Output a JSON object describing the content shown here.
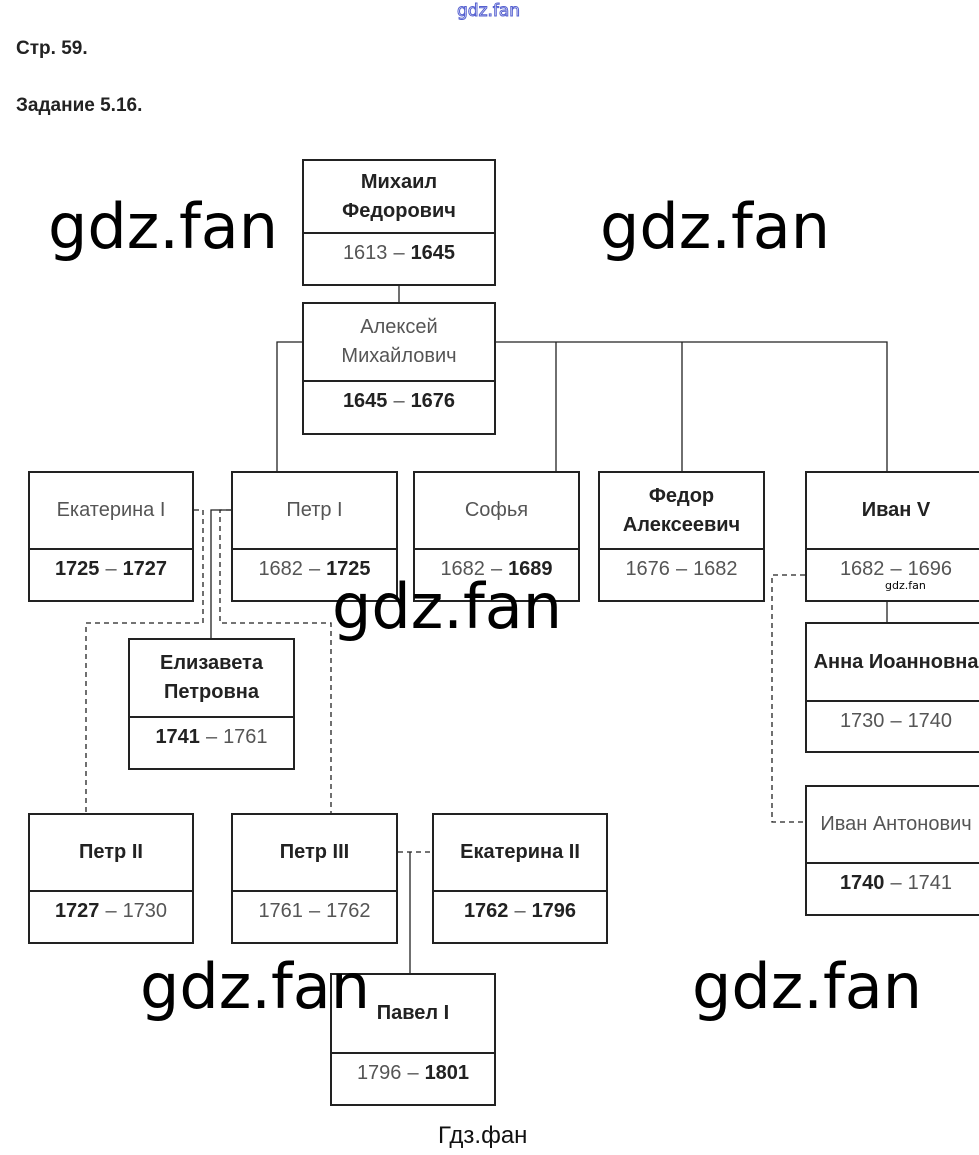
{
  "header": {
    "page": "Стр. 59.",
    "task": "Задание 5.16."
  },
  "persons": [
    {
      "id": "mikhail",
      "name": "Михаил Федорович",
      "name_bold": true,
      "start": "1613",
      "start_bold": false,
      "end": "1645",
      "end_bold": true
    },
    {
      "id": "aleksei",
      "name": "Алексей Михайлович",
      "name_bold": false,
      "start": "1645",
      "start_bold": true,
      "end": "1676",
      "end_bold": true
    },
    {
      "id": "ekaterina1",
      "name": "Екатерина I",
      "name_bold": false,
      "start": "1725",
      "start_bold": true,
      "end": "1727",
      "end_bold": true
    },
    {
      "id": "petr1",
      "name": "Петр I",
      "name_bold": false,
      "start": "1682",
      "start_bold": false,
      "end": "1725",
      "end_bold": true
    },
    {
      "id": "sofya",
      "name": "Софья",
      "name_bold": false,
      "start": "1682",
      "start_bold": false,
      "end": "1689",
      "end_bold": true
    },
    {
      "id": "fedor",
      "name": "Федор Алексеевич",
      "name_bold": true,
      "start": "1676",
      "start_bold": false,
      "end": "1682",
      "end_bold": false
    },
    {
      "id": "ivan5",
      "name": "Иван V",
      "name_bold": true,
      "start": "1682",
      "start_bold": false,
      "end": "1696",
      "end_bold": false
    },
    {
      "id": "elizaveta",
      "name": "Елизавета Петровна",
      "name_bold": true,
      "start": "1741",
      "start_bold": true,
      "end": "1761",
      "end_bold": false
    },
    {
      "id": "anna",
      "name": "Анна Иоанновна",
      "name_bold": true,
      "start": "1730",
      "start_bold": false,
      "end": "1740",
      "end_bold": false
    },
    {
      "id": "ivan6",
      "name": "Иван Антонович",
      "name_bold": false,
      "start": "1740",
      "start_bold": true,
      "end": "1741",
      "end_bold": false
    },
    {
      "id": "petr2",
      "name": "Петр II",
      "name_bold": true,
      "start": "1727",
      "start_bold": true,
      "end": "1730",
      "end_bold": false
    },
    {
      "id": "petr3",
      "name": "Петр III",
      "name_bold": true,
      "start": "1761",
      "start_bold": false,
      "end": "1762",
      "end_bold": false
    },
    {
      "id": "ekaterina2",
      "name": "Екатерина II",
      "name_bold": true,
      "start": "1762",
      "start_bold": true,
      "end": "1796",
      "end_bold": true
    },
    {
      "id": "pavel",
      "name": "Павел I",
      "name_bold": true,
      "start": "1796",
      "start_bold": false,
      "end": "1801",
      "end_bold": true
    }
  ],
  "watermarks": {
    "large": "gdz.fan",
    "small": "gdz.fan",
    "top": "gdz.fan",
    "bottom": "Гдз.фан"
  }
}
